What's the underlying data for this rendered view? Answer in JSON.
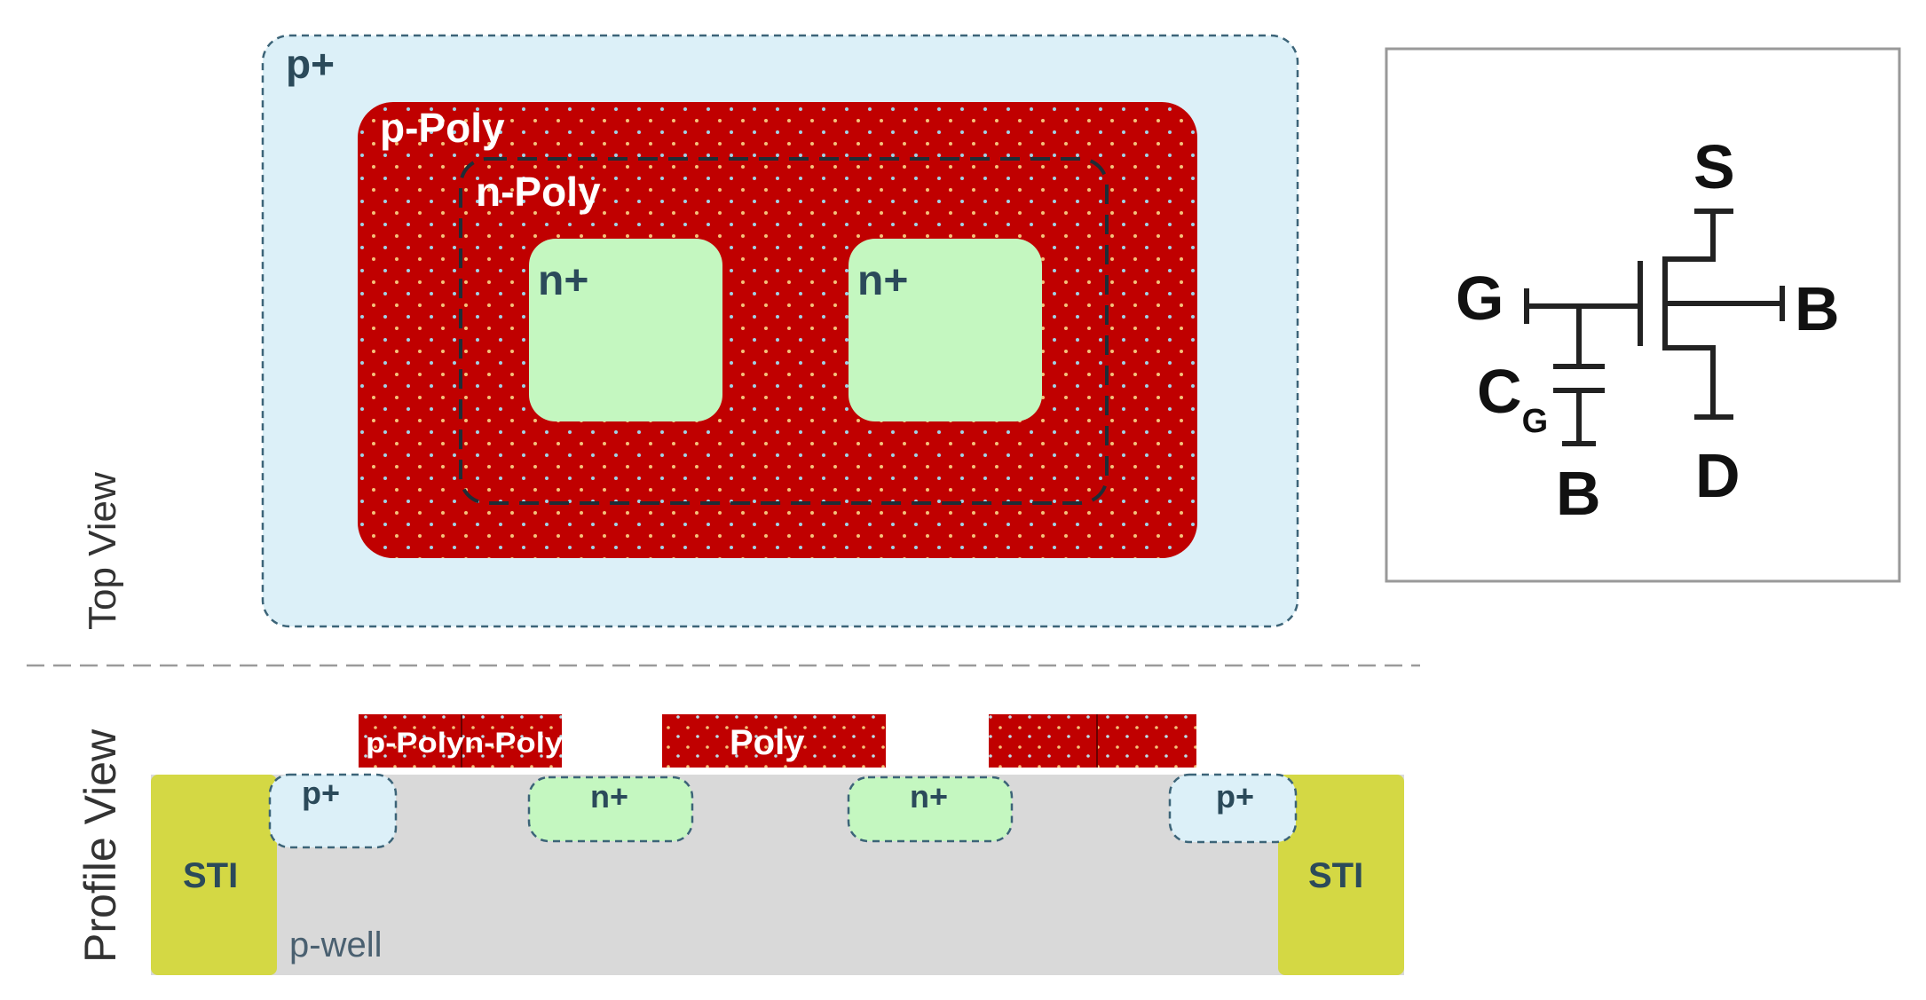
{
  "labels": {
    "top_view": "Top View",
    "profile_view": "Profile View"
  },
  "top_view": {
    "outer_region": "p+",
    "p_poly": "p-Poly",
    "n_poly": "n-Poly",
    "diffusion_left": "n+",
    "diffusion_right": "n+"
  },
  "profile_view": {
    "left_poly_label": "p-Polyn-Poly",
    "center_poly_label": "Poly",
    "p_plus_left": "p+",
    "n_plus_left": "n+",
    "n_plus_right": "n+",
    "p_plus_right": "p+",
    "sti_left": "STI",
    "sti_right": "STI",
    "well": "p-well"
  },
  "schematic": {
    "gate": "G",
    "source": "S",
    "drain": "D",
    "bulk_right": "B",
    "bulk_bottom": "B",
    "cap_main": "C",
    "cap_sub": "G"
  },
  "colors": {
    "p_plus": "#dcf0f8",
    "poly_red": "#c00000",
    "n_plus": "#c4f7c0",
    "sti": "#d4d844",
    "well": "#d9d9d9",
    "outline": "#2b4a5a"
  }
}
